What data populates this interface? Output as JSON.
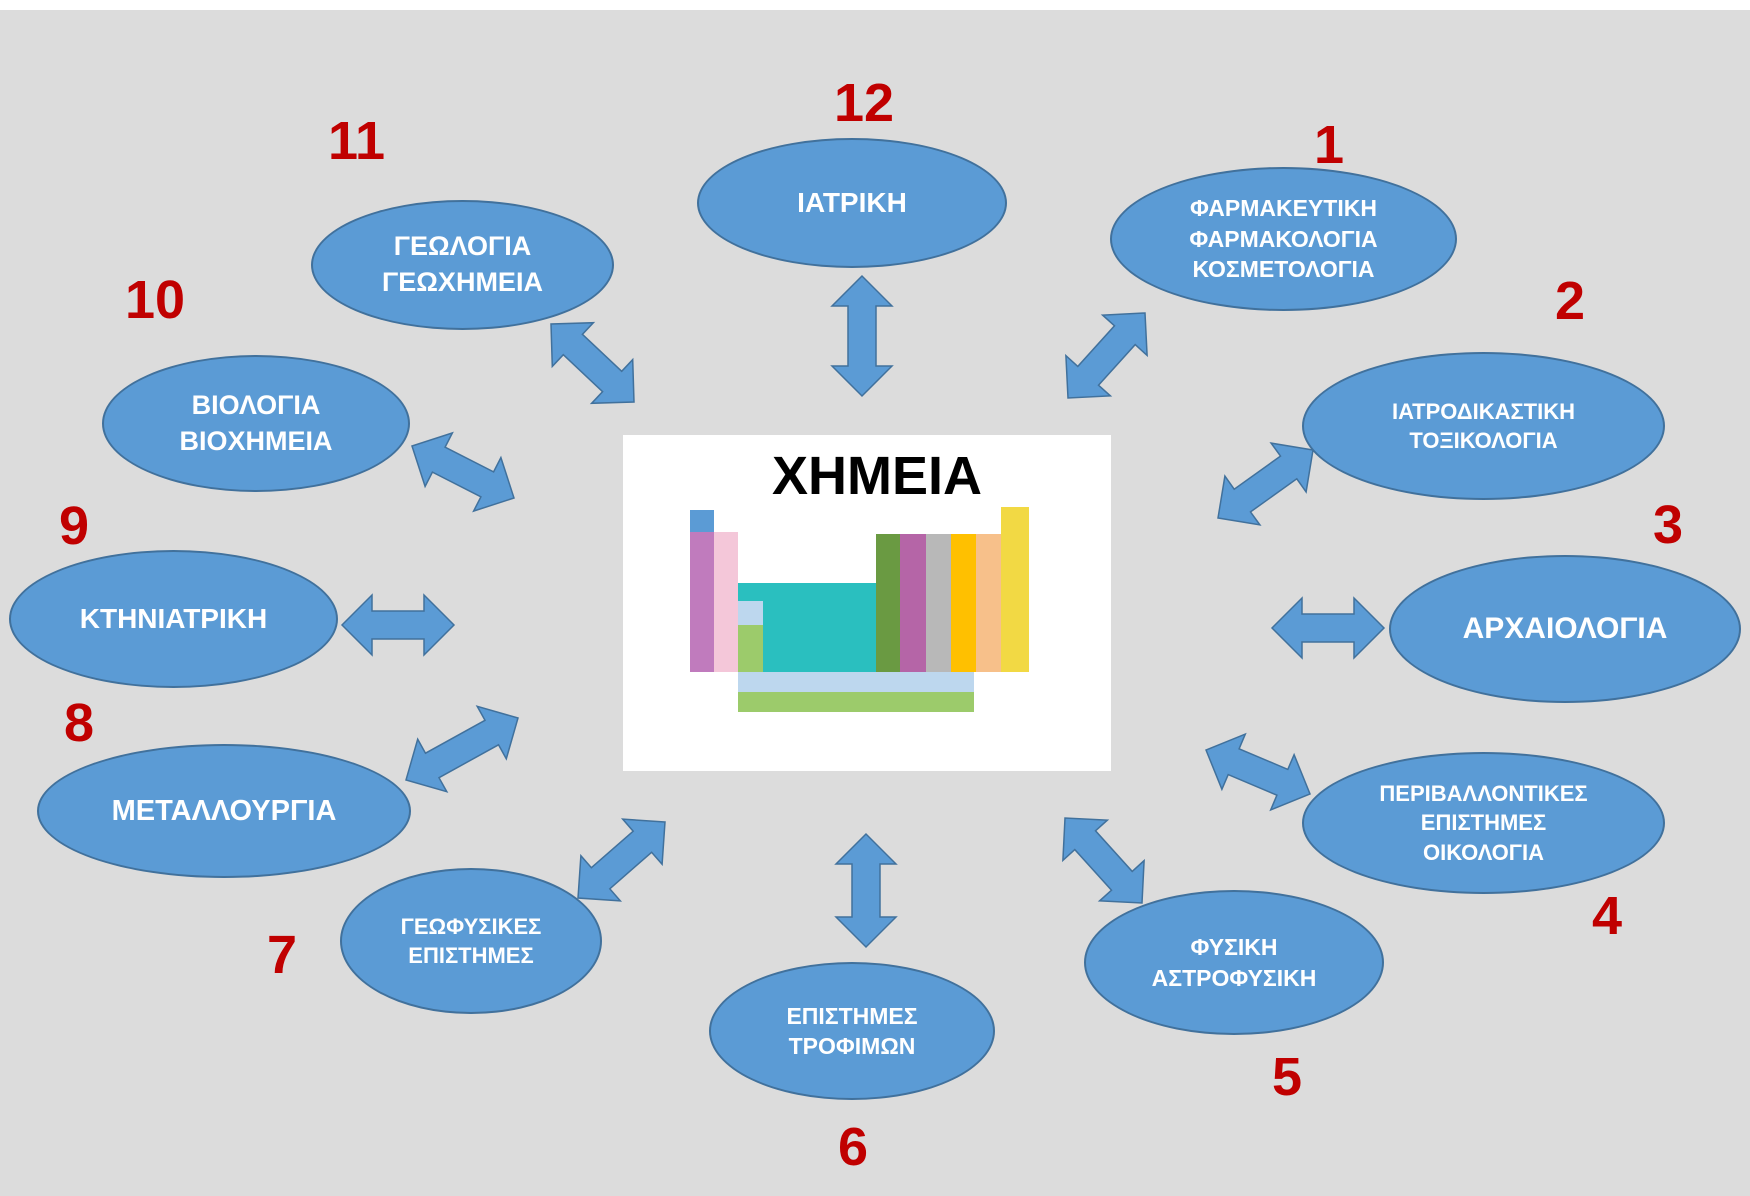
{
  "center": {
    "title": "ΧΗΜΕΙΑ",
    "image_icon": "periodic-table-icon"
  },
  "fields": [
    {
      "number": "1",
      "label": "ΦΑΡΜΑΚΕΥΤΙΚΗ\nΦΑΡΜΑΚΟΛΟΓΙΑ\nΚΟΣΜΕΤΟΛΟΓΙΑ"
    },
    {
      "number": "2",
      "label": "ΙΑΤΡΟΔΙΚΑΣΤΙΚΗ\nΤΟΞΙΚΟΛΟΓΙΑ"
    },
    {
      "number": "3",
      "label": "ΑΡΧΑΙΟΛΟΓΙΑ"
    },
    {
      "number": "4",
      "label": "ΠΕΡΙΒΑΛΛΟΝΤΙΚΕΣ\nΕΠΙΣΤΗΜΕΣ\nΟΙΚΟΛΟΓΙΑ"
    },
    {
      "number": "5",
      "label": "ΦΥΣΙΚΗ\nΑΣΤΡΟΦΥΣΙΚΗ"
    },
    {
      "number": "6",
      "label": "ΕΠΙΣΤΗΜΕΣ\nΤΡΟΦΙΜΩΝ"
    },
    {
      "number": "7",
      "label": "ΓΕΩΦΥΣΙΚΕΣ\nΕΠΙΣΤΗΜΕΣ"
    },
    {
      "number": "8",
      "label": "ΜΕΤΑΛΛΟΥΡΓΙΑ"
    },
    {
      "number": "9",
      "label": "ΚΤΗΝΙΑΤΡΙΚΗ"
    },
    {
      "number": "10",
      "label": "ΒΙΟΛΟΓΙΑ\nΒΙΟΧΗΜΕΙΑ"
    },
    {
      "number": "11",
      "label": "ΓΕΩΛΟΓΙΑ\nΓΕΩΧΗΜΕΙΑ"
    },
    {
      "number": "12",
      "label": "ΙΑΤΡΙΚΗ"
    }
  ],
  "colors": {
    "ellipse_fill": "#5b9bd5",
    "ellipse_border": "#41719c",
    "number_color": "#c00000",
    "background": "#dcdcdc"
  }
}
